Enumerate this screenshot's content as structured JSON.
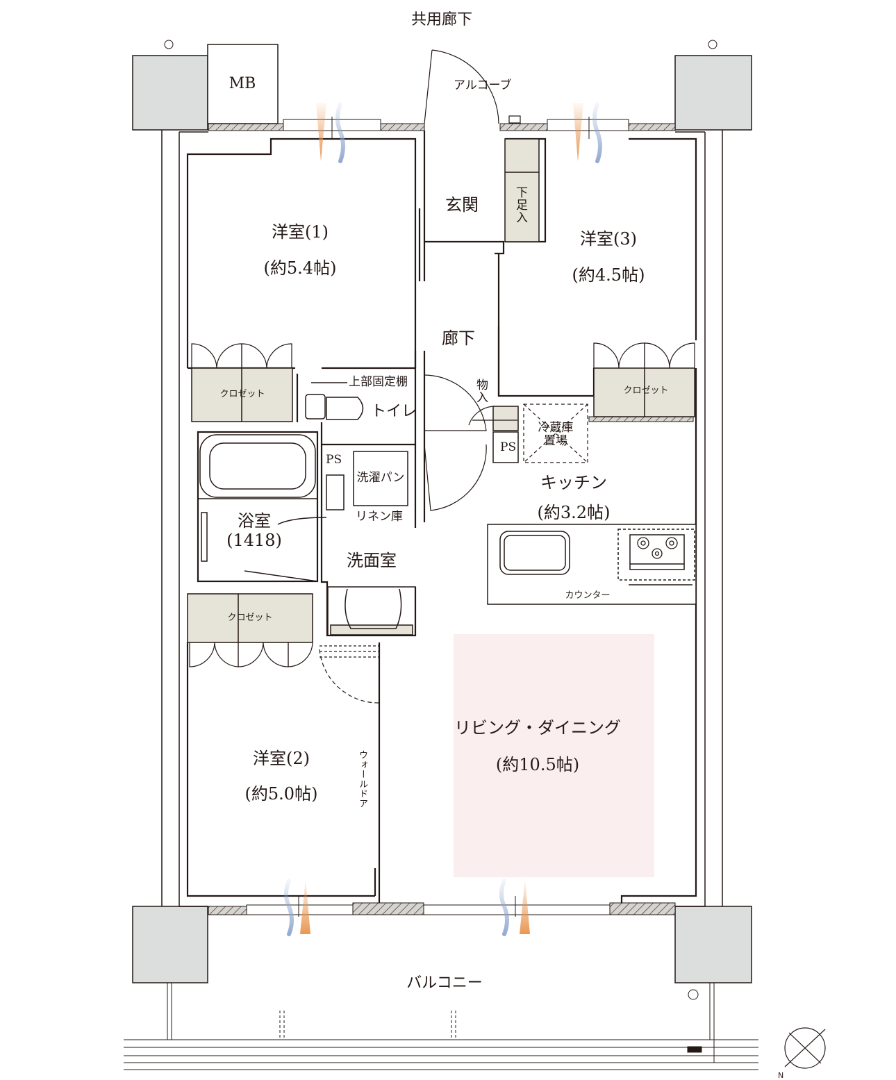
{
  "corridor": "共用廊下",
  "balcony": "バルコニー",
  "alcove": "アルコーブ",
  "mb": "MB",
  "rooms": {
    "western1": {
      "name": "洋室(1)",
      "size": "(約5.4帖)"
    },
    "western2": {
      "name": "洋室(2)",
      "size": "(約5.0帖)"
    },
    "western3": {
      "name": "洋室(3)",
      "size": "(約4.5帖)"
    },
    "kitchen": {
      "name": "キッチン",
      "size": "(約3.2帖)"
    },
    "living": {
      "name": "リビング・ダイニング",
      "size": "(約10.5帖)"
    },
    "bath": {
      "name": "浴室",
      "size": "(1418)"
    },
    "washroom": "洗面室",
    "toilet": "トイレ",
    "entrance": "玄関",
    "hallway": "廊下"
  },
  "labels": {
    "closet": "クロゼット",
    "shoe_box": "下足入",
    "storage": "物入",
    "ps": "PS",
    "fridge_line1": "冷蔵庫",
    "fridge_line2": "置場",
    "laundry_pan": "洗濯パン",
    "linen": "リネン庫",
    "upper_shelf": "上部固定棚",
    "counter": "カウンター",
    "wall_door": "ウォールドア"
  },
  "colors": {
    "wall": "#231815",
    "column_fill": "#dcdddd",
    "storage_fill": "#e6e3d8",
    "living_highlight": "#fbeeee",
    "warm_air": "#e8924a",
    "cool_air": "#8fa6cf"
  }
}
